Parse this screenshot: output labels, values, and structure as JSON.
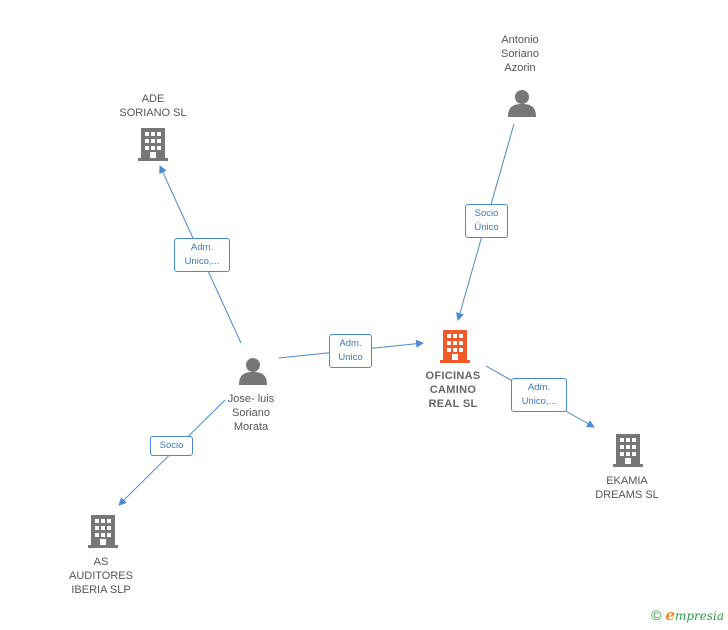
{
  "colors": {
    "edge": "#4a8ad0",
    "node_gray": "#777777",
    "node_main": "#f05a28"
  },
  "nodes": {
    "ade": {
      "label": "ADE\nSORIANO SL",
      "icon": "building-icon"
    },
    "antonio": {
      "label": "Antonio\nSoriano\nAzorin",
      "icon": "person-icon"
    },
    "oficinas": {
      "label": "OFICINAS\nCAMINO\nREAL  SL",
      "icon": "building-icon"
    },
    "jose": {
      "label": "Jose- luis\nSoriano\nMorata",
      "icon": "person-icon"
    },
    "ekamia": {
      "label": "EKAMIA\nDREAMS  SL",
      "icon": "building-icon"
    },
    "as_auditores": {
      "label": "AS\nAUDITORES\nIBERIA  SLP",
      "icon": "building-icon"
    }
  },
  "edges": {
    "jose_ade": {
      "label": "Adm.\nUnico,..."
    },
    "antonio_oficinas": {
      "label": "Socio\nÚnico"
    },
    "jose_oficinas": {
      "label": "Adm.\nUnico"
    },
    "oficinas_ekamia": {
      "label": "Adm.\nUnico,..."
    },
    "jose_as": {
      "label": "Socio"
    }
  },
  "footer": {
    "copyright": "©",
    "brand_initial": "e",
    "brand_rest": "mpresia"
  }
}
